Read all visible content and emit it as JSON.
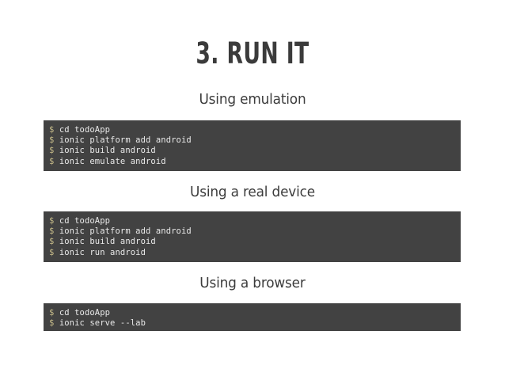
{
  "slide": {
    "title": "3. RUN IT",
    "background_color": "#ffffff",
    "title_color": "#3b3b3b",
    "code_background_color": "#424242",
    "prompt_color": "#c8bd8a",
    "command_color": "#e9e9e9",
    "prompt_symbol": "$"
  },
  "sections": [
    {
      "heading": "Using emulation",
      "commands": [
        "cd todoApp",
        "ionic platform add android",
        "ionic build android",
        "ionic emulate android"
      ]
    },
    {
      "heading": "Using a real device",
      "commands": [
        "cd todoApp",
        "ionic platform add android",
        "ionic build android",
        "ionic run android"
      ]
    },
    {
      "heading": "Using a browser",
      "commands": [
        "cd todoApp",
        "ionic serve --lab"
      ]
    }
  ]
}
